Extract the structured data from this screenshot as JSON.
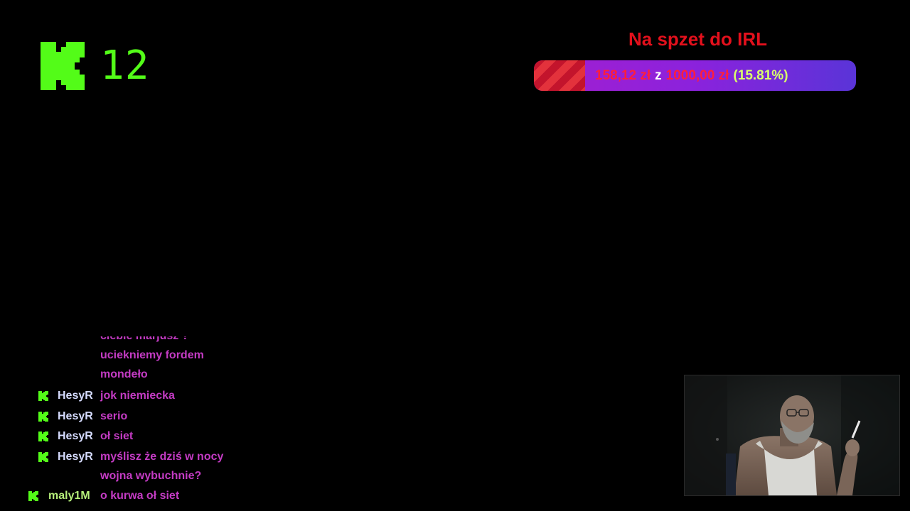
{
  "viewers": {
    "icon": "kick-logo-icon",
    "count": "12",
    "color": "#53fc18"
  },
  "goal": {
    "title": "Na spzet do IRL",
    "current": "158,12 zł",
    "separator": "z",
    "target": "1000,00 zł",
    "percent_label": "(15.81%)",
    "progress_fraction": 0.1581,
    "title_color": "#e3101c",
    "fill_color": "#c3142c",
    "track_color": "#8b22dc"
  },
  "chat": {
    "colors": {
      "username_default": "#d6dcff",
      "username_alt": "#b6f07a",
      "message": "#c43bc4",
      "badge": "#53fc18"
    },
    "partial_message": {
      "lines": [
        "ciebie marjusz ?",
        "uciekniemy fordem",
        "mondeło"
      ]
    },
    "messages": [
      {
        "user": "HesyR",
        "badge": "kick-badge-icon",
        "text": "jok niemiecka"
      },
      {
        "user": "HesyR",
        "badge": "kick-badge-icon",
        "text": "serio"
      },
      {
        "user": "HesyR",
        "badge": "kick-badge-icon",
        "text": "oł siet"
      },
      {
        "user": "HesyR",
        "badge": "kick-badge-icon",
        "text": "myślisz że dziś w nocy wojna wybuchnie?"
      },
      {
        "user": "maly1M",
        "badge": "kick-badge-icon",
        "text": "o kurwa oł siet"
      }
    ]
  },
  "webcam": {
    "description_icon": "webcam-feed"
  }
}
